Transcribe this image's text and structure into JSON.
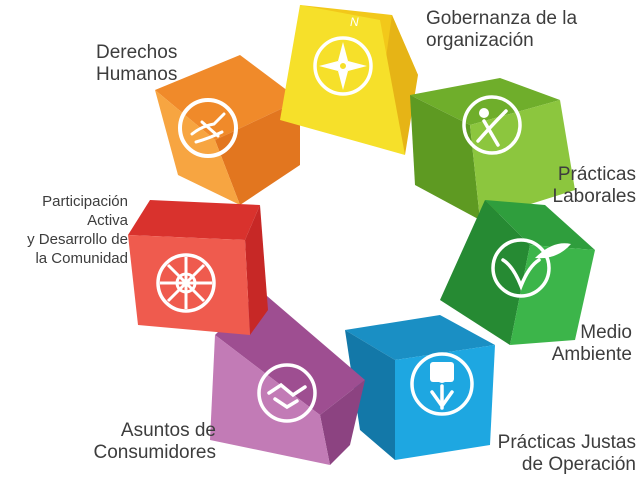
{
  "cubes": [
    {
      "id": "gobernanza",
      "icon": "compass-icon",
      "colors": {
        "front": "#f6e02a",
        "top": "#f2c81a",
        "side": "#e6b416"
      },
      "compass_letter": "N"
    },
    {
      "id": "practicas-laborales",
      "icon": "person-icon",
      "colors": {
        "front": "#8cc63e",
        "top": "#6fae2b",
        "side": "#5e9a22"
      }
    },
    {
      "id": "medio-ambiente",
      "icon": "leaf-icon",
      "colors": {
        "front": "#3cb54a",
        "top": "#2f9e3d",
        "side": "#268a33"
      }
    },
    {
      "id": "practicas-justas",
      "icon": "puzzle-person-icon",
      "colors": {
        "front": "#1ea7e1",
        "top": "#1a8fc4",
        "side": "#1378a8"
      }
    },
    {
      "id": "consumidores",
      "icon": "handshake-icon",
      "colors": {
        "front": "#c27bb6",
        "top": "#9e4e91",
        "side": "#8c4381"
      }
    },
    {
      "id": "comunidad",
      "icon": "wheel-icon",
      "colors": {
        "front": "#ef5b4e",
        "top": "#d9322d",
        "side": "#c72826"
      }
    },
    {
      "id": "derechos",
      "icon": "hand-writing-icon",
      "colors": {
        "front": "#f7a541",
        "top": "#f08a2a",
        "side": "#e2761f"
      }
    }
  ],
  "labels": {
    "gobernanza": [
      "Gobernanza de la",
      "organización"
    ],
    "practicas_laborales": [
      "Prácticas",
      "Laborales"
    ],
    "medio_ambiente": [
      "Medio",
      "Ambiente"
    ],
    "practicas_justas": [
      "Prácticas Justas",
      "de Operación"
    ],
    "consumidores": [
      "Asuntos de",
      "Consumidores"
    ],
    "comunidad": [
      "Participación",
      "Activa",
      "y Desarrollo de",
      "la Comunidad"
    ],
    "derechos": [
      "Derechos",
      "Humanos"
    ]
  }
}
